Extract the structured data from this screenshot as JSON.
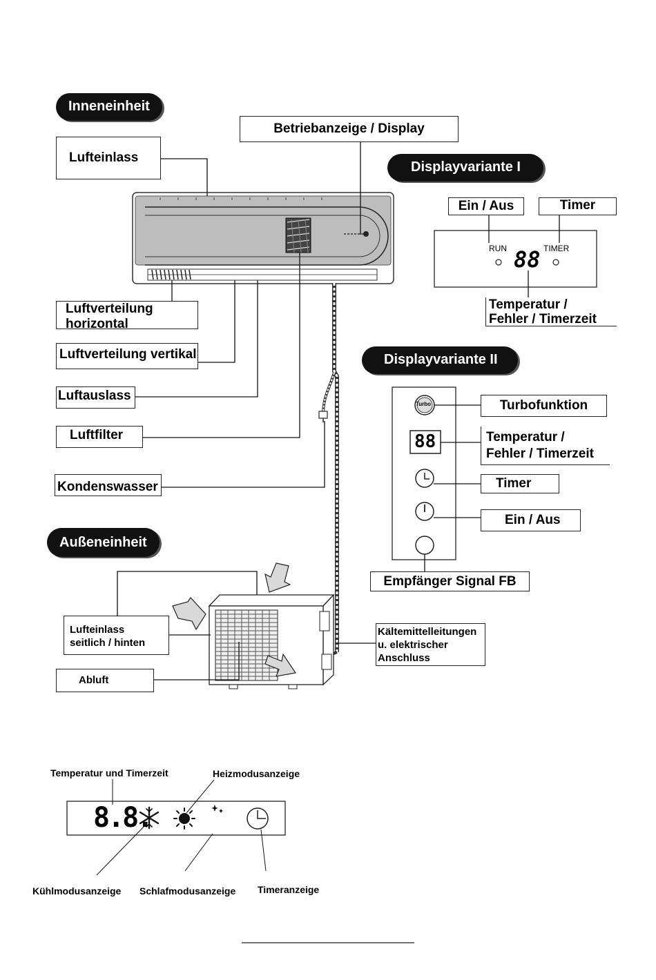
{
  "indoor": {
    "heading": "Inneneinheit",
    "status_display_label": "Betriebanzeige / Display",
    "air_inlet": "Lufteinlass",
    "air_dist_horizontal": [
      "Luftverteilung",
      "horizontal"
    ],
    "air_dist_vertical": "Luftverteilung vertikal",
    "air_outlet": "Luftauslass",
    "air_filter": "Luftfilter",
    "condensate": "Kondenswasser"
  },
  "display_variant_1": {
    "heading": "Displayvariante I",
    "on_off": "Ein / Aus",
    "timer": "Timer",
    "run_text": "RUN",
    "timer_text": "TIMER",
    "digits": "88",
    "temp_label": [
      "Temperatur /",
      "Fehler / Timerzeit"
    ]
  },
  "display_variant_2": {
    "heading": "Displayvariante II",
    "turbo_label": "Turbofunktion",
    "turbo_icon_text": "Turbo",
    "digits": "88",
    "temp_label": [
      "Temperatur /",
      "Fehler / Timerzeit"
    ],
    "timer_label": "Timer",
    "on_off_label": "Ein / Aus",
    "receiver_label": "Empfänger Signal FB"
  },
  "outdoor": {
    "heading": "Außeneinheit",
    "air_inlet": [
      "Lufteinlass",
      "seitlich / hinten"
    ],
    "exhaust": "Abluft",
    "refrigerant": [
      "Kältemittelleitungen",
      "u. elektrischer",
      "Anschluss"
    ]
  },
  "remote_display": {
    "digits": "8.8.",
    "temp_timer_label": "Temperatur und Timerzeit",
    "heat_mode_label": "Heizmodusanzeige",
    "cool_mode_label": "Kühlmodusanzeige",
    "sleep_mode_label": "Schlafmodusanzeige",
    "timer_indicator_label": "Timeranzeige"
  }
}
